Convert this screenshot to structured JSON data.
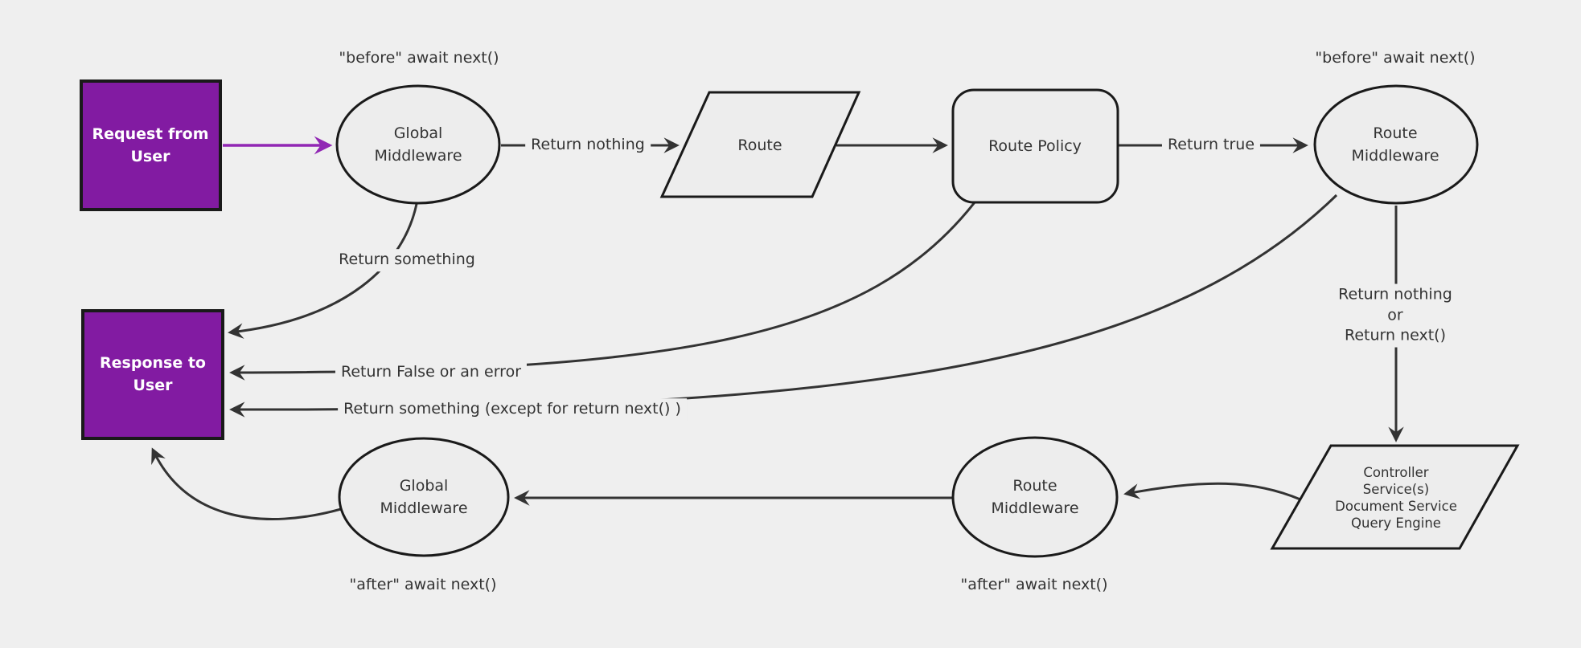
{
  "diagram": {
    "background_color": "#efefef",
    "shape_fill": "#ededed",
    "shape_stroke": "#1a1a1a",
    "edge_color": "#333333",
    "accent_box_fill": "#821ba2",
    "accent_arrow_color": "#9127b4",
    "node_text_color": "#333333",
    "accent_text_color": "#ffffff"
  },
  "nodes": {
    "request": {
      "line1": "Request from",
      "line2": "User"
    },
    "global_mw_top": {
      "line1": "Global",
      "line2": "Middleware"
    },
    "route": {
      "label": "Route"
    },
    "route_policy": {
      "label": "Route Policy"
    },
    "route_mw_top": {
      "line1": "Route",
      "line2": "Middleware"
    },
    "controller": {
      "line1": "Controller",
      "line2": "Service(s)",
      "line3": "Document Service",
      "line4": "Query Engine"
    },
    "route_mw_bottom": {
      "line1": "Route",
      "line2": "Middleware"
    },
    "global_mw_bottom": {
      "line1": "Global",
      "line2": "Middleware"
    },
    "response": {
      "line1": "Response to",
      "line2": "User"
    }
  },
  "labels": {
    "before_left": "\"before\" await next()",
    "before_right": "\"before\" await next()",
    "after_left": "\"after\" await next()",
    "after_right": "\"after\" await next()",
    "return_nothing": "Return nothing",
    "return_true": "Return true",
    "return_something": "Return something",
    "return_false_or_error": "Return False or an error",
    "return_something_except": "Return something (except for return next() )",
    "return_nothing_or_line1": "Return nothing",
    "return_nothing_or_line2": "or",
    "return_nothing_or_line3": "Return next()"
  }
}
